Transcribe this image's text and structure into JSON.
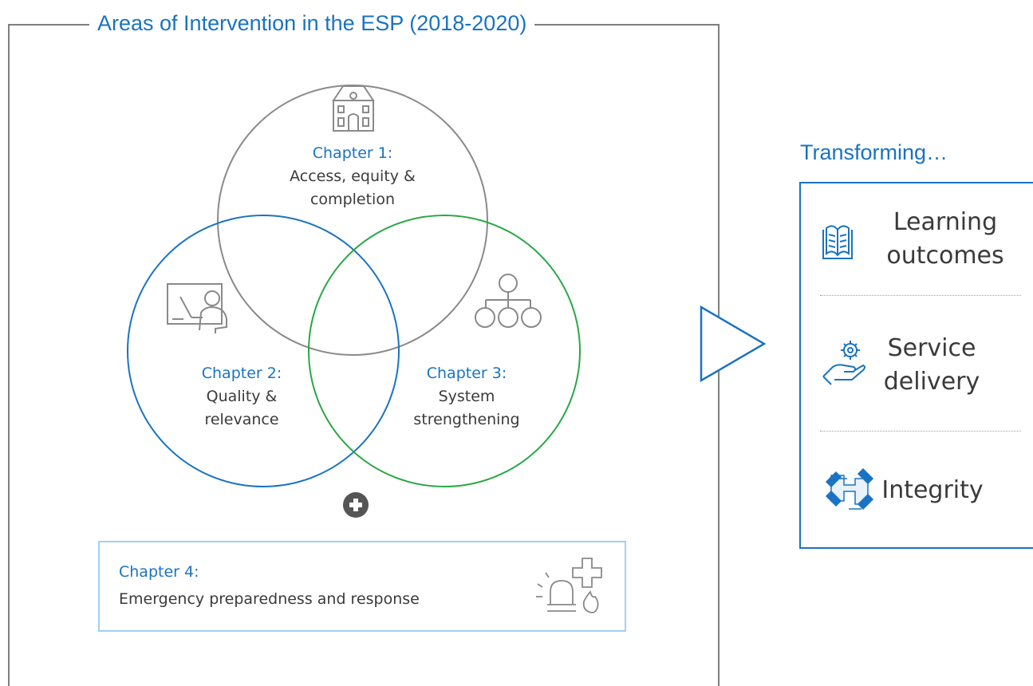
{
  "title": "Areas of Intervention in the ESP (2018-2020)",
  "colors": {
    "accent_blue": "#1a73c2",
    "circle1_gray": "#8a8a8a",
    "circle2_blue": "#1a73c2",
    "circle3_green": "#2aa745",
    "chapter4_border": "#9fd1f2",
    "text_dark": "#3a3a3a"
  },
  "chapters": [
    {
      "heading": "Chapter 1:",
      "line1": "Access, equity &",
      "line2": "completion",
      "icon": "school-building-icon"
    },
    {
      "heading": "Chapter 2:",
      "line1": "Quality &",
      "line2": "relevance",
      "icon": "teacher-whiteboard-icon"
    },
    {
      "heading": "Chapter 3:",
      "line1": "System",
      "line2": "strengthening",
      "icon": "org-chart-icon"
    },
    {
      "heading": "Chapter 4:",
      "line1": "Emergency preparedness and response",
      "icon": "emergency-siren-medical-icon"
    }
  ],
  "plus_icon": "plus-circle-icon",
  "arrow_icon": "play-triangle-icon",
  "transforming": {
    "heading": "Transforming…",
    "items": [
      {
        "line1": "Learning",
        "line2": "outcomes",
        "icon": "open-book-icon"
      },
      {
        "line1": "Service",
        "line2": "delivery",
        "icon": "hand-gear-icon"
      },
      {
        "line1": "Integrity",
        "icon": "joined-hands-icon"
      }
    ]
  }
}
